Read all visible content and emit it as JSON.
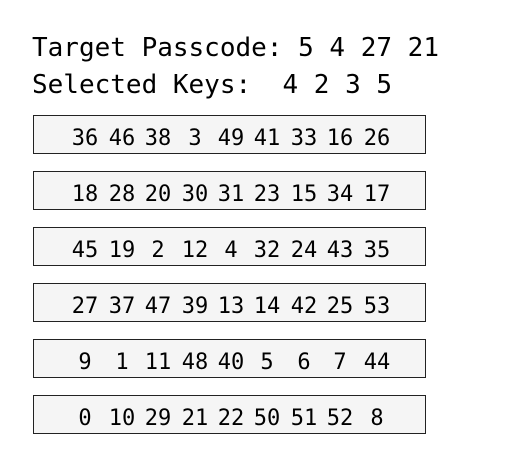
{
  "target": {
    "label": "Target Passcode:",
    "code": "5 4 27 21"
  },
  "selected": {
    "label": "Selected Keys:",
    "keys": "4 2 3 5"
  },
  "rows": [
    [
      "36",
      "46",
      "38",
      "3",
      "49",
      "41",
      "33",
      "16",
      "26"
    ],
    [
      "18",
      "28",
      "20",
      "30",
      "31",
      "23",
      "15",
      "34",
      "17"
    ],
    [
      "45",
      "19",
      "2",
      "12",
      "4",
      "32",
      "24",
      "43",
      "35"
    ],
    [
      "27",
      "37",
      "47",
      "39",
      "13",
      "14",
      "42",
      "25",
      "53"
    ],
    [
      "9",
      "1",
      "11",
      "48",
      "40",
      "5",
      "6",
      "7",
      "44"
    ],
    [
      "0",
      "10",
      "29",
      "21",
      "22",
      "50",
      "51",
      "52",
      "8"
    ]
  ]
}
